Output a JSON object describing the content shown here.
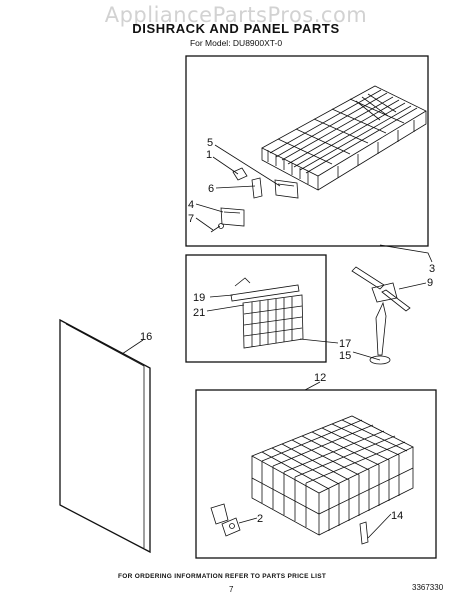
{
  "watermark": "AppliancePartsPros.com",
  "title": "DISHRACK AND PANEL PARTS",
  "model_line": "For Model: DU8900XT-0",
  "footer": {
    "note": "FOR ORDERING INFORMATION REFER TO PARTS PRICE LIST",
    "page_number": "7",
    "document_number": "3367330"
  },
  "callouts": {
    "c1": "1",
    "c2": "2",
    "c3": "3",
    "c4": "4",
    "c5": "5",
    "c6": "6",
    "c7": "7",
    "c9": "9",
    "c12": "12",
    "c14": "14",
    "c15": "15",
    "c16": "16",
    "c17": "17",
    "c19": "19",
    "c21": "21"
  }
}
